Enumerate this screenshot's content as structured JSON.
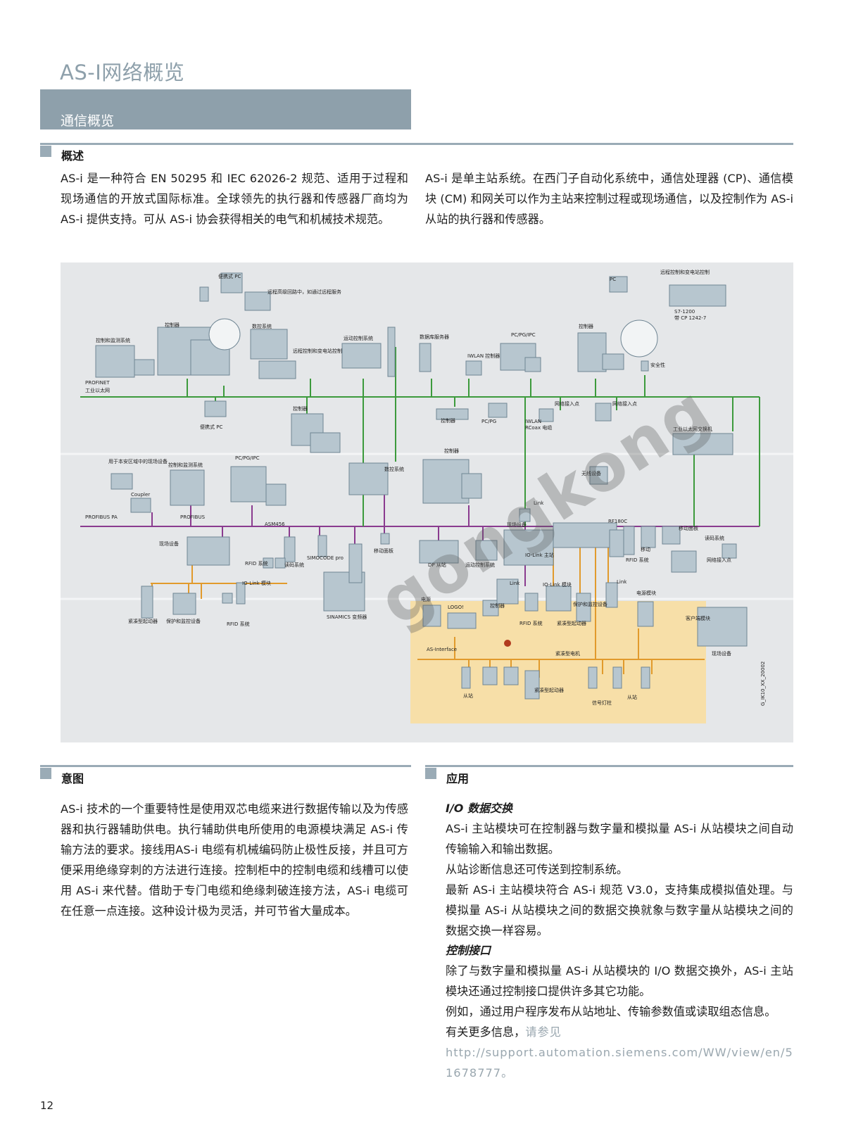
{
  "header": {
    "title": "AS-I网络概览",
    "banner": "通信概览"
  },
  "overview": {
    "heading": "概述",
    "left_text": "AS-i 是一种符合 EN 50295 和 IEC 62026-2 规范、适用于过程和现场通信的开放式国际标准。全球领先的执行器和传感器厂商均为AS-i 提供支持。可从 AS-i 协会获得相关的电气和机械技术规范。",
    "right_text": "AS-i 是单主站系统。在西门子自动化系统中，通信处理器 (CP)、通信模块 (CM) 和网关可以作为主站来控制过程或现场通信，以及控制作为 AS-i 从站的执行器和传感器。"
  },
  "diagram": {
    "labels": {
      "portable_pc": "便携式 PC",
      "remote_service": "远程高级回路中，如通过远程服务",
      "controller": "控制器",
      "control_monitor": "控制和监测系统",
      "cnc": "数控系统",
      "remote_ctrl": "远程控制和变电站控制",
      "motion": "运动控制系统",
      "data_server": "数据库服务器",
      "iwlan_ctrl": "IWLAN 控制器",
      "pc_pg_ipc": "PC/PG/IPC",
      "pc": "PC",
      "remote_ctrl2": "远程控制和变电站控制",
      "s7": "S7-1200",
      "cp": "带 CP 1242-7",
      "safety": "安全性",
      "profinet": "PROFINET",
      "ind_eth": "工业以太网",
      "portable_pc2": "便携式 PC",
      "pc_pg": "PC/PG",
      "iwlan_rcoax": "IWLAN",
      "rcoax": "RCoax 电缆",
      "access_point": "网络接入点",
      "access_point2": "网络接入点",
      "eth_switch": "工业以太网交换机",
      "ex_field": "用于本安区域中的现场设备",
      "coupler": "Coupler",
      "profibus_pa": "PROFIBUS PA",
      "profibus": "PROFIBUS",
      "wireless": "无线设备",
      "link": "Link",
      "asm456": "ASM456",
      "field_devices": "现场设备",
      "rfid_sys": "RFID 系统",
      "barcode": "读码系统",
      "simocode": "SIMOCODE pro",
      "mobile_panel": "移动面板",
      "dp_slave": "DP 从站",
      "iolink_master": "IO-Link 主站",
      "rf180c": "RF180C",
      "mobile": "移动",
      "mobile_panel2": "移动面板",
      "barcode2": "读码系统",
      "rfid_sys2": "RFID 系统",
      "access_point3": "网络接入点",
      "iolink_module": "IO-Link 模块",
      "compact_starter": "紧凑型起动器",
      "protect_monitor": "保护和监控设备",
      "rfid_sys3": "RFID 系统",
      "sinamics": "SINAMICS 变频器",
      "power": "电源",
      "logo": "LOGO!",
      "iolink_module2": "IO-Link 模块",
      "protect_monitor2": "保护和监控设备",
      "compact_starter2": "紧凑型起动器",
      "rfid_sys4": "RFID 系统",
      "power_module": "电源模块",
      "client_module": "客户端模块",
      "field_devices2": "现场设备",
      "as_interface": "AS-Interface",
      "compact_motor": "紧凑型电机",
      "slave": "从站",
      "compact_starter3": "紧凑型起动器",
      "signal_column": "信号灯柱",
      "slave2": "从站",
      "code": "G_IK10_XX_20002"
    }
  },
  "watermark": "gongkong",
  "intent": {
    "heading": "意图",
    "text": "AS-i 技术的一个重要特性是使用双芯电缆来进行数据传输以及为传感器和执行器辅助供电。执行辅助供电所使用的电源模块满足 AS-i 传输方法的要求。接线用AS-i 电缆有机械编码防止极性反接，并且可方便采用绝缘穿刺的方法进行连接。控制柜中的控制电缆和线槽可以使用 AS-i 来代替。借助于专门电缆和绝缘刺破连接方法，AS-i 电缆可在任意一点连接。这种设计极为灵活，并可节省大量成本。"
  },
  "application": {
    "heading": "应用",
    "sub1": "I/O 数据交换",
    "p1": "AS-i 主站模块可在控制器与数字量和模拟量 AS-i 从站模块之间自动传输输入和输出数据。",
    "p2": "从站诊断信息还可传送到控制系统。",
    "p3": "最新 AS-i 主站模块符合 AS-i 规范 V3.0，支持集成模拟值处理。与模拟量 AS-i 从站模块之间的数据交换就象与数字量从站模块之间的数据交换一样容易。",
    "sub2": "控制接口",
    "p4": "除了与数字量和模拟量 AS-i 从站模块的 I/O 数据交换外，AS-i 主站模块还通过控制接口提供许多其它功能。",
    "p5": "例如，通过用户程序发布从站地址、传输参数值或读取组态信息。",
    "p6_prefix": "有关更多信息，",
    "p6_link_lead": "请参见",
    "p6_url": "http://support.automation.siemens.com/WW/view/en/51678777。"
  },
  "footer": {
    "page_number": "12"
  },
  "colors": {
    "accent": "#8ea0ab",
    "profinet_line": "#3c9a3c",
    "profibus_line": "#8a3b8f",
    "field_line": "#e19a2c",
    "asi_area": "#f7dfa8"
  }
}
